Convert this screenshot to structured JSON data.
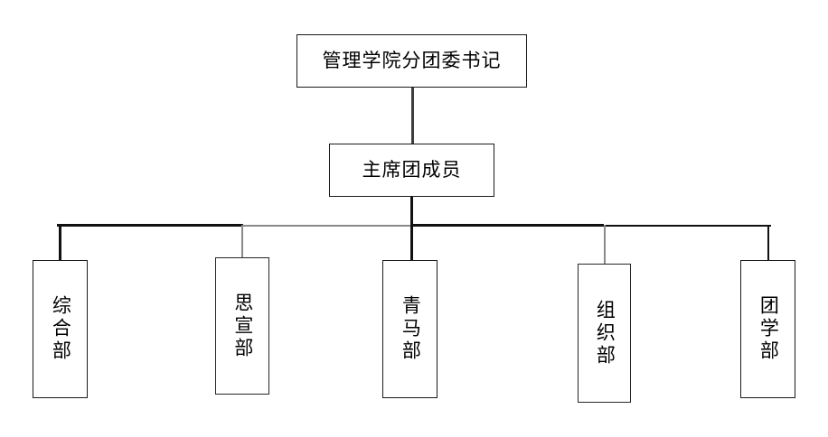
{
  "chart": {
    "type": "org-chart",
    "title": "",
    "background_color": "#ffffff",
    "line_color": "#111111",
    "box_border_color": "#1a1a1a",
    "text_color": "#000000",
    "levels": [
      {
        "level": 1,
        "nodes": [
          {
            "id": "n1",
            "label": "管理学院分团委书记",
            "orientation": "horizontal"
          }
        ]
      },
      {
        "level": 2,
        "nodes": [
          {
            "id": "n2",
            "label": "主席团成员",
            "orientation": "horizontal"
          }
        ]
      },
      {
        "level": 3,
        "nodes": [
          {
            "id": "n3",
            "label": "综合部",
            "orientation": "vertical"
          },
          {
            "id": "n4",
            "label": "思宣部",
            "orientation": "vertical"
          },
          {
            "id": "n5",
            "label": "青马部",
            "orientation": "vertical"
          },
          {
            "id": "n6",
            "label": "组织部",
            "orientation": "vertical"
          },
          {
            "id": "n7",
            "label": "团学部",
            "orientation": "vertical"
          }
        ]
      }
    ],
    "edges": [
      {
        "from": "n1",
        "to": "n2"
      },
      {
        "from": "n2",
        "to": "n3"
      },
      {
        "from": "n2",
        "to": "n4"
      },
      {
        "from": "n2",
        "to": "n5"
      },
      {
        "from": "n2",
        "to": "n6"
      },
      {
        "from": "n2",
        "to": "n7"
      }
    ]
  },
  "nodes": {
    "root": {
      "label": "管理学院分团委书记"
    },
    "presidium": {
      "label": "主席团成员"
    },
    "dept1": {
      "label": "综合部"
    },
    "dept2": {
      "label": "思宣部"
    },
    "dept3": {
      "label": "青马部"
    },
    "dept4": {
      "label": "组织部"
    },
    "dept5": {
      "label": "团学部"
    }
  }
}
